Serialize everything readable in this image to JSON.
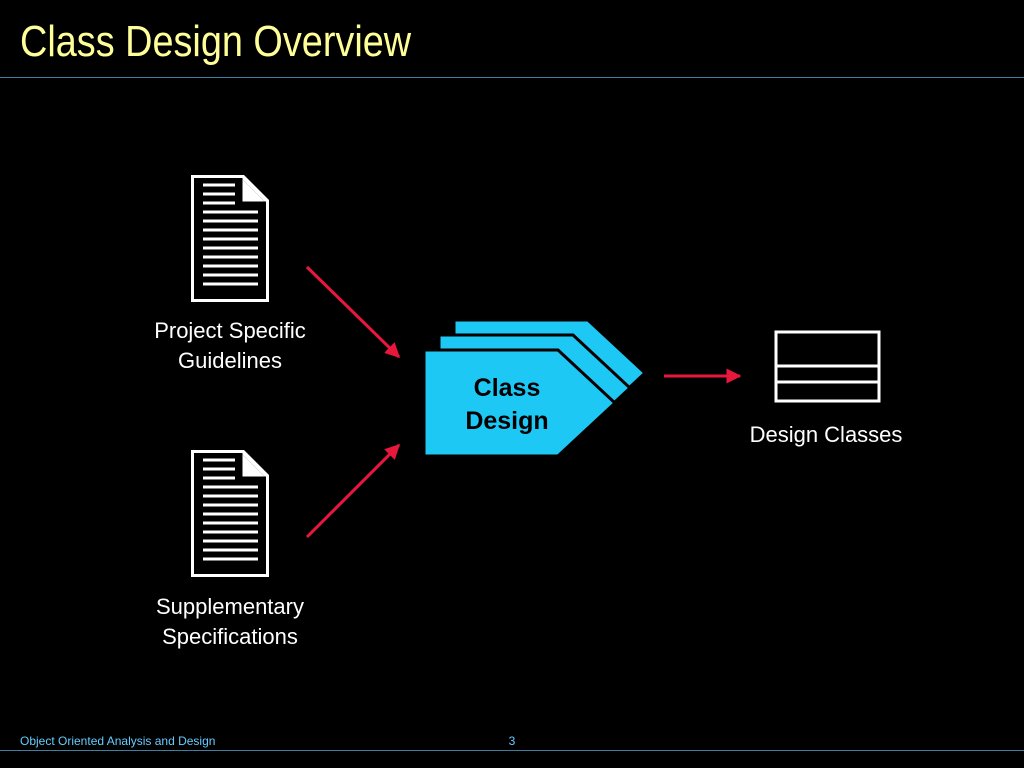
{
  "slide": {
    "title": "Class Design Overview",
    "colors": {
      "background": "#000000",
      "title": "#ffff99",
      "process_fill": "#1ec8f5",
      "arrow": "#e8173c",
      "rule": "#3f7f9f",
      "footer_text": "#66ccff"
    }
  },
  "diagram": {
    "inputs": [
      {
        "label_lines": [
          "Project Specific",
          "Guidelines"
        ],
        "icon": "document-icon"
      },
      {
        "label_lines": [
          "Supplementary",
          "Specifications"
        ],
        "icon": "document-icon"
      }
    ],
    "process": {
      "label_lines": [
        "Class",
        "Design"
      ],
      "icon": "activity-stack-icon"
    },
    "output": {
      "label": "Design Classes",
      "icon": "class-icon"
    }
  },
  "footer": {
    "course": "Object Oriented Analysis and Design",
    "page_number": "3"
  }
}
